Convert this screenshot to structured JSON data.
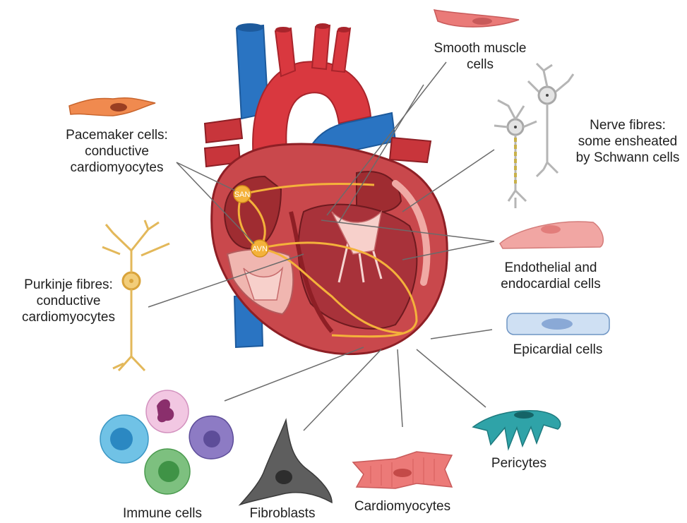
{
  "nodes": {
    "san": "SAN",
    "avn": "AVN"
  },
  "labels": {
    "smooth_muscle": [
      "Smooth muscle",
      "cells"
    ],
    "nerve_fibres": [
      "Nerve fibres:",
      "some ensheated",
      "by Schwann cells"
    ],
    "pacemaker": [
      "Pacemaker cells:",
      "conductive",
      "cardiomyocytes"
    ],
    "purkinje": [
      "Purkinje fibres:",
      "conductive",
      "cardiomyocytes"
    ],
    "endothelial": [
      "Endothelial and",
      "endocardial cells"
    ],
    "epicardial": [
      "Epicardial cells"
    ],
    "pericytes": [
      "Pericytes"
    ],
    "cardiomyocytes": [
      "Cardiomyocytes"
    ],
    "fibroblasts": [
      "Fibroblasts"
    ],
    "immune": [
      "Immune cells"
    ]
  },
  "colors": {
    "artery": "#d9383f",
    "artery_dark": "#a8242b",
    "vein": "#2a74c2",
    "vein_dark": "#1d5a9c",
    "myocardium": "#c9484c",
    "endocardium": "#f0a9a4",
    "conduction": "#f4b23b",
    "leader": "#6b6b6b"
  }
}
